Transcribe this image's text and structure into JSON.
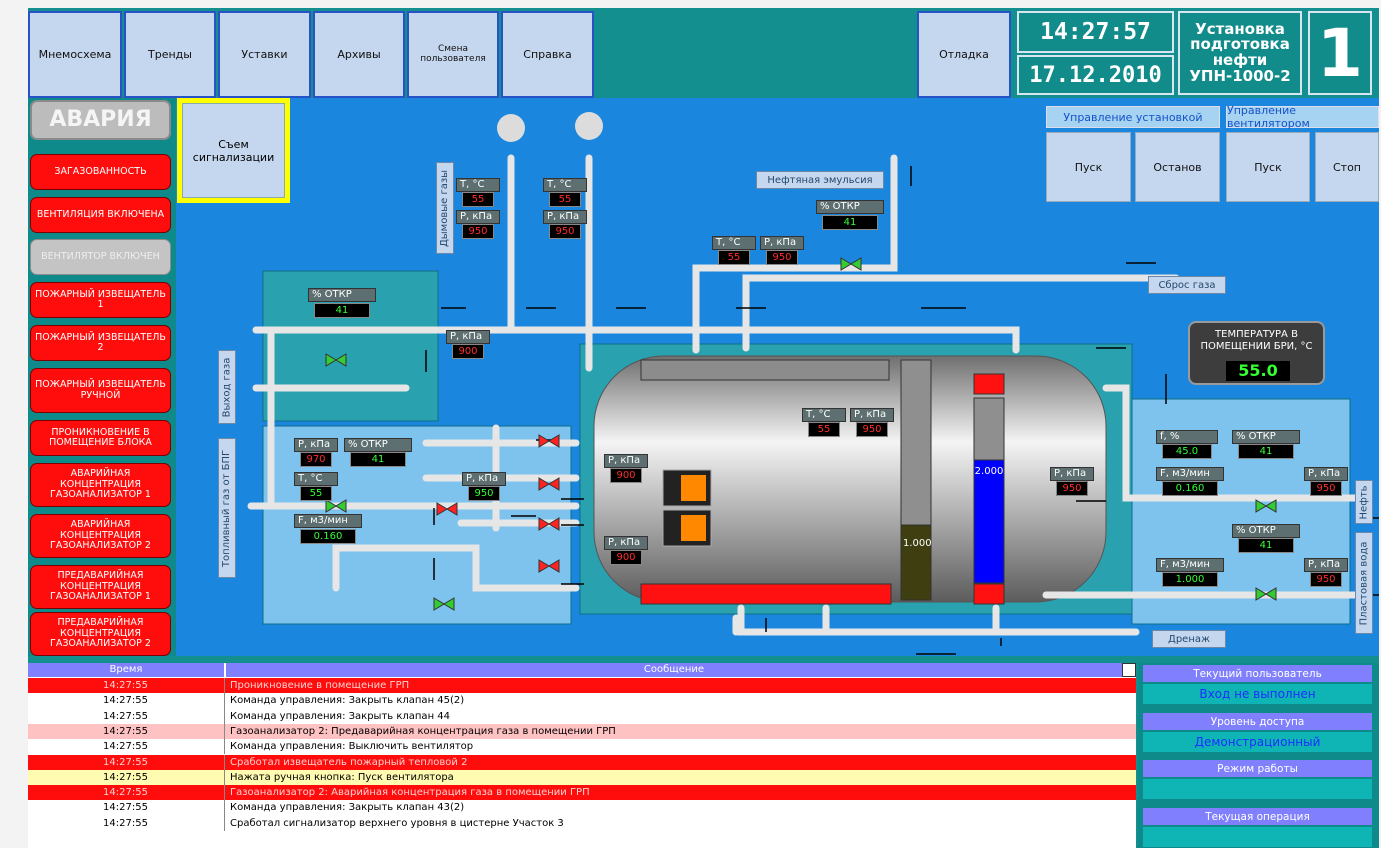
{
  "nav": {
    "mnemo": "Мнемосхема",
    "trends": "Тренды",
    "setpoints": "Уставки",
    "archives": "Архивы",
    "change_user": "Смена пользователя",
    "help": "Справка",
    "debug": "Отладка"
  },
  "clock": {
    "time": "14:27:57",
    "date": "17.12.2010"
  },
  "station": {
    "title_l1": "Установка",
    "title_l2": "подготовка",
    "title_l3": "нефти",
    "title_l4": "УПН-1000-2",
    "number": "1"
  },
  "controls": {
    "plant_header": "Управление установкой",
    "fan_header": "Управление вентилятором",
    "plant_start": "Пуск",
    "plant_stop": "Останов",
    "fan_start": "Пуск",
    "fan_stop": "Стоп"
  },
  "alarms": {
    "title": "АВАРИЯ",
    "reset": "Съем сигнализации",
    "items": [
      {
        "label": "ЗАГАЗОВАННОСТЬ",
        "state": "on"
      },
      {
        "label": "ВЕНТИЛЯЦИЯ ВКЛЮЧЕНА",
        "state": "on"
      },
      {
        "label": "ВЕНТИЛЯТОР ВКЛЮЧЕН",
        "state": "off"
      },
      {
        "label": "ПОЖАРНЫЙ ИЗВЕЩАТЕЛЬ 1",
        "state": "on"
      },
      {
        "label": "ПОЖАРНЫЙ ИЗВЕЩАТЕЛЬ 2",
        "state": "on"
      },
      {
        "label": "ПОЖАРНЫЙ ИЗВЕЩАТЕЛЬ РУЧНОЙ",
        "state": "on"
      },
      {
        "label": "ПРОНИКНОВЕНИЕ В ПОМЕЩЕНИЕ БЛОКА",
        "state": "on"
      },
      {
        "label": "АВАРИЙНАЯ КОНЦЕНТРАЦИЯ ГАЗОАНАЛИЗАТОР 1",
        "state": "on"
      },
      {
        "label": "АВАРИЙНАЯ КОНЦЕНТРАЦИЯ ГАЗОАНАЛИЗАТОР 2",
        "state": "on"
      },
      {
        "label": "ПРЕДАВАРИЙНАЯ КОНЦЕНТРАЦИЯ ГАЗОАНАЛИЗАТОР 1",
        "state": "on"
      },
      {
        "label": "ПРЕДАВАРИЙНАЯ КОНЦЕНТРАЦИЯ ГАЗОАНАЛИЗАТОР 2",
        "state": "on"
      }
    ]
  },
  "process": {
    "flue_gas": "Дымовые газы",
    "oil_emulsion": "Нефтяная эмульсия",
    "gas_release": "Сброс газа",
    "gas_outlet": "Выход газа",
    "fuel_gas": "Топливный газ от БПГ",
    "oil": "Нефть",
    "water": "Пластовая вода",
    "drain": "Дренаж",
    "temp_title": "ТЕМПЕРАТУРА В ПОМЕЩЕНИИ БРИ, °С",
    "temp_value": "55.0",
    "labels": {
      "t": "Т, °С",
      "p": "Р, кПа",
      "open": "% ОТКР",
      "f": "F, м3/мин",
      "fpct": "f, %"
    },
    "values": {
      "t1": "55",
      "p1": "950",
      "t2": "55",
      "p2": "950",
      "open_top": "41",
      "t3": "55",
      "p3": "950",
      "open_gasout": "41",
      "p_gasout": "900",
      "p_fuel": "970",
      "open_fuel": "41",
      "t_fuel": "55",
      "f_fuel": "0.160",
      "p_mid": "950",
      "p_burner1": "900",
      "p_burner2": "900",
      "t_tank": "55",
      "p_tank": "950",
      "level1": "1.000",
      "level2": "2.000",
      "p_right": "950",
      "fpct": "45.0",
      "open_oil": "41",
      "f_oil": "0.160",
      "p_oil": "950",
      "open_water": "41",
      "f_water": "1.000",
      "p_water": "950"
    }
  },
  "log": {
    "col_time": "Время",
    "col_msg": "Сообщение",
    "rows": [
      {
        "time": "14:27:55",
        "msg": "Проникновение в помещение ГРП",
        "kind": "red"
      },
      {
        "time": "14:27:55",
        "msg": "Команда управления: Закрыть клапан 45(2)",
        "kind": "white"
      },
      {
        "time": "14:27:55",
        "msg": "Команда управления: Закрыть клапан 44",
        "kind": "white"
      },
      {
        "time": "14:27:55",
        "msg": "Газоанализатор 2: Предаварийная концентрация газа в помещении ГРП",
        "kind": "pink"
      },
      {
        "time": "14:27:55",
        "msg": "Команда управления: Выключить вентилятор",
        "kind": "white"
      },
      {
        "time": "14:27:55",
        "msg": "Сработал извещатель пожарный тепловой 2",
        "kind": "red"
      },
      {
        "time": "14:27:55",
        "msg": "Нажата ручная кнопка: Пуск вентилятора",
        "kind": "yellow"
      },
      {
        "time": "14:27:55",
        "msg": "Газоанализатор 2: Аварийная концентрация газа в помещении ГРП",
        "kind": "red"
      },
      {
        "time": "14:27:55",
        "msg": "Команда управления: Закрыть клапан 43(2)",
        "kind": "white"
      },
      {
        "time": "14:27:55",
        "msg": "Сработал сигнализатор верхнего уровня в цистерне Участок 3",
        "kind": "white"
      }
    ]
  },
  "user": {
    "current_user_h": "Текущий пользователь",
    "current_user": "Вход не выполнен",
    "access_h": "Уровень доступа",
    "access": "Демонстрационный",
    "mode_h": "Режим работы",
    "mode": "",
    "operation_h": "Текущая операция",
    "operation": ""
  },
  "colors": {
    "alarm_on": "#ff0d0d",
    "alarm_off": "#c4c4c4",
    "process_bg": "#1a86dd",
    "teal": "#138f8f"
  }
}
